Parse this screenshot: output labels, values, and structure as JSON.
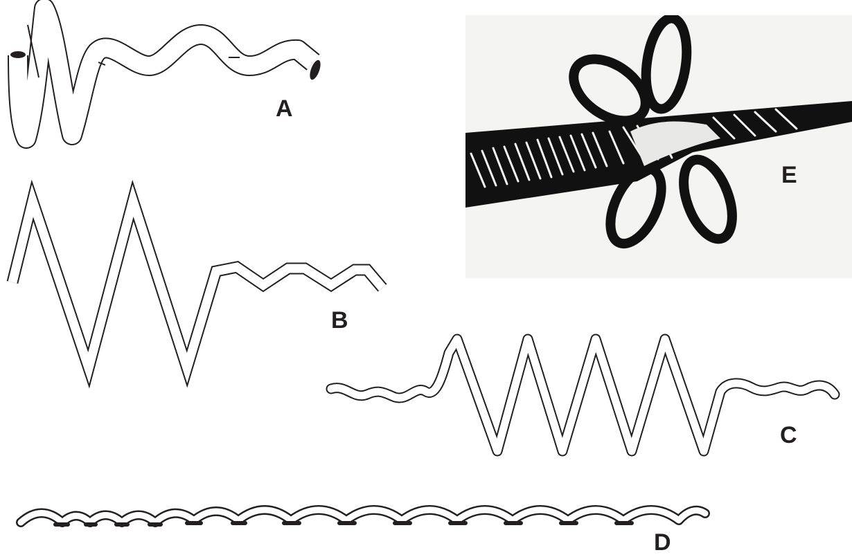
{
  "panels": [
    {
      "label": "A",
      "subject": "tube-spring-drawing"
    },
    {
      "label": "B",
      "subject": "angular-zigzag-wire-drawing"
    },
    {
      "label": "C",
      "subject": "zigzag-spring-with-wavy-ends-drawing"
    },
    {
      "label": "D",
      "subject": "long-wavy-wire-drawing"
    },
    {
      "label": "E",
      "subject": "wire-wrapped-rod-with-loops-photo"
    }
  ],
  "colors": {
    "ink": "#231f20",
    "background": "#ffffff",
    "photo_ink": "#111111",
    "photo_paper": "#f4f4f2"
  }
}
